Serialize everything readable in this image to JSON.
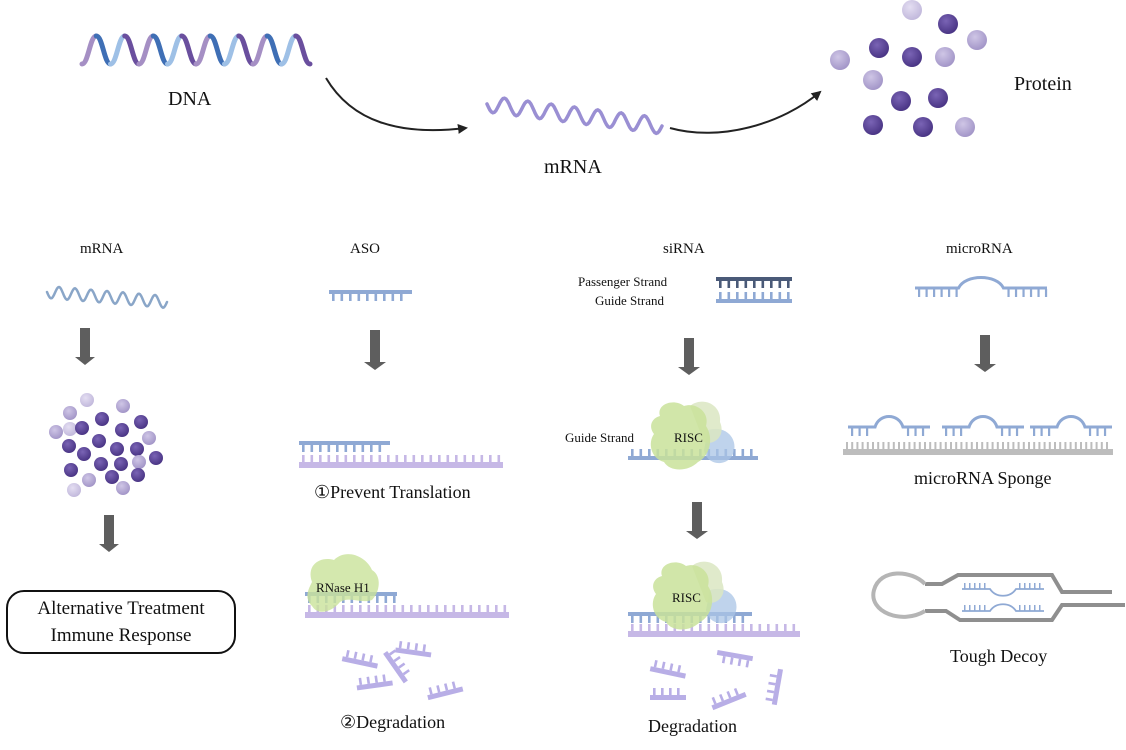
{
  "colors": {
    "dna_purple": "#a58fc4",
    "dna_blue": "#3f6fb5",
    "dna_lightblue": "#9ec0e6",
    "dna_darkpurple": "#6a4f9e",
    "mrna_purple": "#9a8fd3",
    "mrna_blue": "#8aa6c8",
    "protein_dark": "#5b4597",
    "protein_light": "#b2a6d2",
    "strand_blue": "#8fa9d4",
    "strand_dark": "#4a5a78",
    "target_lilac": "#c6b8e6",
    "fragment_lilac": "#b8aee6",
    "risc_green": "#c9e29a",
    "risc_blue": "#a9c4e6",
    "sponge_gray": "#bdbdbd",
    "decoy_gray": "#8f8f8f",
    "arrow_gray": "#5e5e5e",
    "curve_arrow": "#222222"
  },
  "top": {
    "dna_label": "DNA",
    "mrna_label": "mRNA",
    "protein_label": "Protein"
  },
  "columns": {
    "mrna": {
      "title": "mRNA",
      "result_box": [
        "Alternative Treatment",
        "Immune Response"
      ]
    },
    "aso": {
      "title": "ASO",
      "step1_label": "①Prevent Translation",
      "enzyme_label": "RNase H1",
      "step2_label": "②Degradation"
    },
    "sirna": {
      "title": "siRNA",
      "passenger_label": "Passenger Strand",
      "guide_label": "Guide Strand",
      "guide_label_2": "Guide Strand",
      "risc_label": "RISC",
      "risc_label_2": "RISC",
      "result_label": "Degradation"
    },
    "microrna": {
      "title": "microRNA",
      "sponge_label": "microRNA Sponge",
      "decoy_label": "Tough Decoy"
    }
  }
}
